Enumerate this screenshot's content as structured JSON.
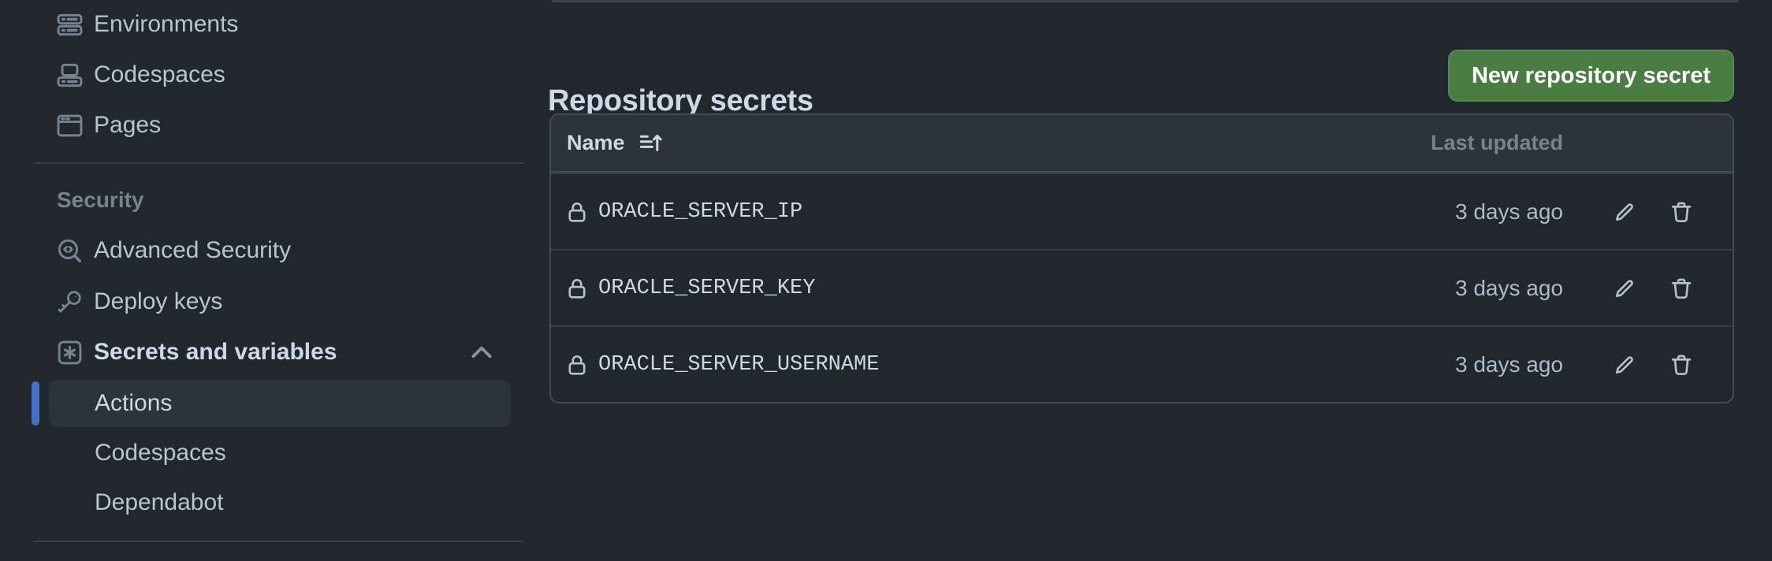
{
  "colors": {
    "background": "#22272e",
    "table_header_bg": "#2d333b",
    "border": "#444c56",
    "row_divider": "#373e47",
    "selected_item_bg": "#2d333b",
    "accent_blue": "#4470c8",
    "button_green": "#4a7d42",
    "text_bright": "#cdd9e5",
    "text_default": "#adbac7",
    "text_muted": "#768390"
  },
  "sidebar": {
    "items": [
      {
        "label": "Environments",
        "icon": "server-icon"
      },
      {
        "label": "Codespaces",
        "icon": "codespaces-icon"
      },
      {
        "label": "Pages",
        "icon": "browser-icon"
      }
    ],
    "section": {
      "title": "Security",
      "items": [
        {
          "label": "Advanced Security",
          "icon": "codescan-icon"
        },
        {
          "label": "Deploy keys",
          "icon": "key-icon"
        },
        {
          "label": "Secrets and variables",
          "icon": "key-asterisk-icon",
          "expanded": true
        }
      ],
      "subitems": [
        {
          "label": "Actions",
          "selected": true
        },
        {
          "label": "Codespaces",
          "selected": false
        },
        {
          "label": "Dependabot",
          "selected": false
        }
      ]
    }
  },
  "main": {
    "heading": "Repository secrets",
    "new_secret_button": "New repository secret",
    "table": {
      "columns": {
        "name": "Name",
        "last_updated": "Last updated"
      },
      "sort": "ascending",
      "rows": [
        {
          "name": "ORACLE_SERVER_IP",
          "last_updated": "3 days ago"
        },
        {
          "name": "ORACLE_SERVER_KEY",
          "last_updated": "3 days ago"
        },
        {
          "name": "ORACLE_SERVER_USERNAME",
          "last_updated": "3 days ago"
        }
      ]
    }
  }
}
